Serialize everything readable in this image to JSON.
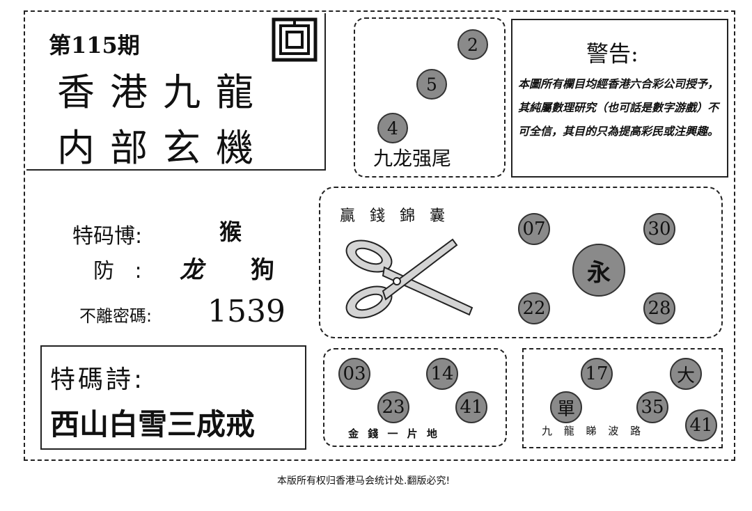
{
  "header": {
    "issue": "第115期",
    "title_line1": "香港九龍",
    "title_line2": "内部玄機"
  },
  "nine_dragon": {
    "numbers": [
      "2",
      "5",
      "4"
    ],
    "caption": "九龙强尾"
  },
  "warning": {
    "title": "警告:",
    "body": "本圖所有欄目均經香港六合彩公司授予，其純屬數理研究（也可話是數字游戲）不可全信，其目的只為提高彩民或注興趣。"
  },
  "predictions": {
    "special_label": "特码博:",
    "special_value": "猴",
    "guard_label": "防 :",
    "guard_value_1": "龙",
    "guard_value_2": "狗",
    "code_label": "不離密碼:",
    "code_value": "1539"
  },
  "money_bag": {
    "caption": "贏 錢 錦 囊",
    "numbers": [
      "07",
      "30",
      "22",
      "28"
    ],
    "center": "永"
  },
  "poem": {
    "label": "特碼詩:",
    "text": "西山白雪三成戒"
  },
  "golden_land": {
    "numbers": [
      "03",
      "14",
      "23",
      "41"
    ],
    "caption": "金 錢 一 片 地"
  },
  "wave_path": {
    "balls": [
      "17",
      "大",
      "單",
      "35",
      "41"
    ],
    "caption": "九 龍 睇 波 路"
  },
  "footer": "本版所有权归香港马会统计处.翻版必究!"
}
